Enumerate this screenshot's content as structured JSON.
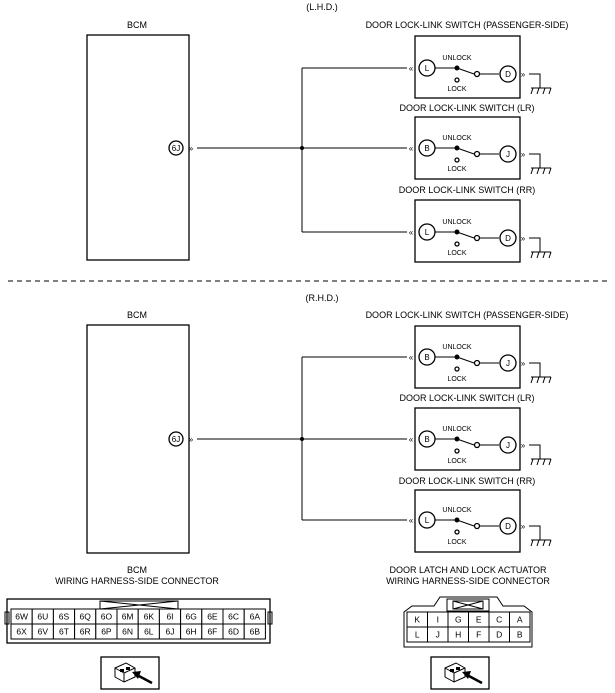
{
  "lhd": {
    "region_label": "(L.H.D.)",
    "bcm_label": "BCM",
    "bcm_pin": "6J",
    "switches": [
      {
        "title": "DOOR LOCK-LINK SWITCH (PASSENGER-SIDE)",
        "pin_in": "L",
        "pin_out": "D",
        "unlock": "UNLOCK",
        "lock": "LOCK"
      },
      {
        "title": "DOOR LOCK-LINK SWITCH (LR)",
        "pin_in": "B",
        "pin_out": "J",
        "unlock": "UNLOCK",
        "lock": "LOCK"
      },
      {
        "title": "DOOR LOCK-LINK SWITCH (RR)",
        "pin_in": "L",
        "pin_out": "D",
        "unlock": "UNLOCK",
        "lock": "LOCK"
      }
    ]
  },
  "rhd": {
    "region_label": "(R.H.D.)",
    "bcm_label": "BCM",
    "bcm_pin": "6J",
    "switches": [
      {
        "title": "DOOR LOCK-LINK SWITCH (PASSENGER-SIDE)",
        "pin_in": "B",
        "pin_out": "J",
        "unlock": "UNLOCK",
        "lock": "LOCK"
      },
      {
        "title": "DOOR LOCK-LINK SWITCH (LR)",
        "pin_in": "B",
        "pin_out": "J",
        "unlock": "UNLOCK",
        "lock": "LOCK"
      },
      {
        "title": "DOOR LOCK-LINK SWITCH (RR)",
        "pin_in": "L",
        "pin_out": "D",
        "unlock": "UNLOCK",
        "lock": "LOCK"
      }
    ]
  },
  "bcm_connector": {
    "title_line1": "BCM",
    "title_line2": "WIRING HARNESS-SIDE CONNECTOR",
    "row1": [
      "6W",
      "6U",
      "6S",
      "6Q",
      "6O",
      "6M",
      "6K",
      "6I",
      "6G",
      "6E",
      "6C",
      "6A"
    ],
    "row2": [
      "6X",
      "6V",
      "6T",
      "6R",
      "6P",
      "6N",
      "6L",
      "6J",
      "6H",
      "6F",
      "6D",
      "6B"
    ]
  },
  "door_connector": {
    "title_line1": "DOOR LATCH AND LOCK ACTUATOR",
    "title_line2": "WIRING HARNESS-SIDE CONNECTOR",
    "row1": [
      "K",
      "I",
      "G",
      "E",
      "C",
      "A"
    ],
    "row2": [
      "L",
      "J",
      "H",
      "F",
      "D",
      "B"
    ]
  }
}
